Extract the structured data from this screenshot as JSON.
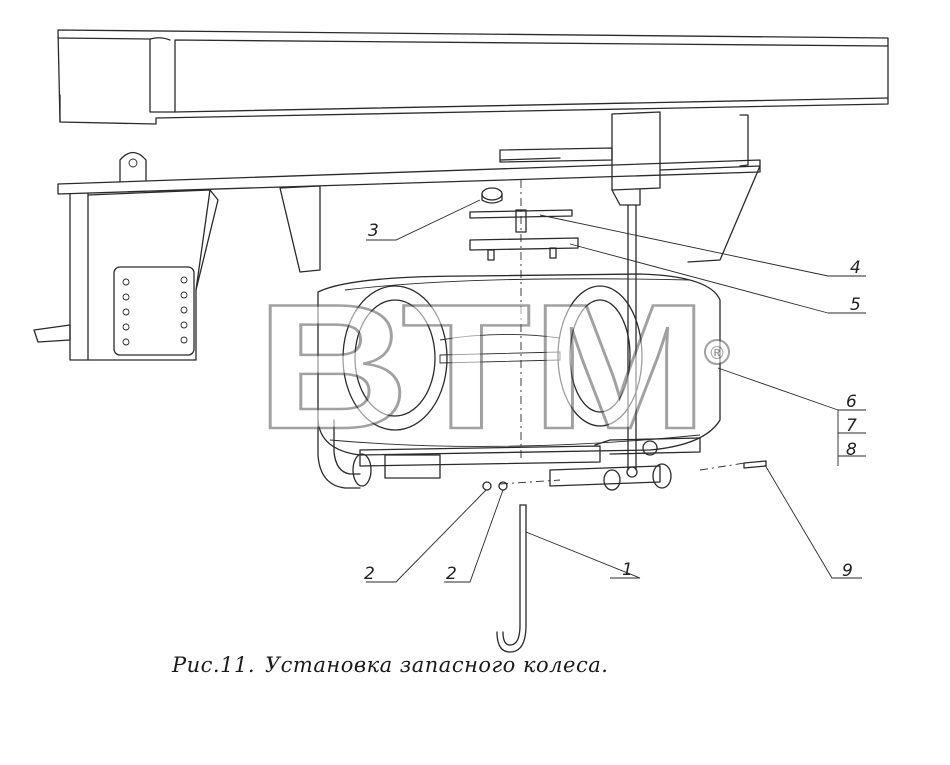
{
  "figure": {
    "number": "Рис.11.",
    "title": "Установка запасного колеса."
  },
  "watermark": {
    "text": "ВТМ",
    "mark": "®"
  },
  "callouts": [
    "1",
    "2",
    "2",
    "3",
    "4",
    "5",
    "6",
    "7",
    "8",
    "9"
  ]
}
